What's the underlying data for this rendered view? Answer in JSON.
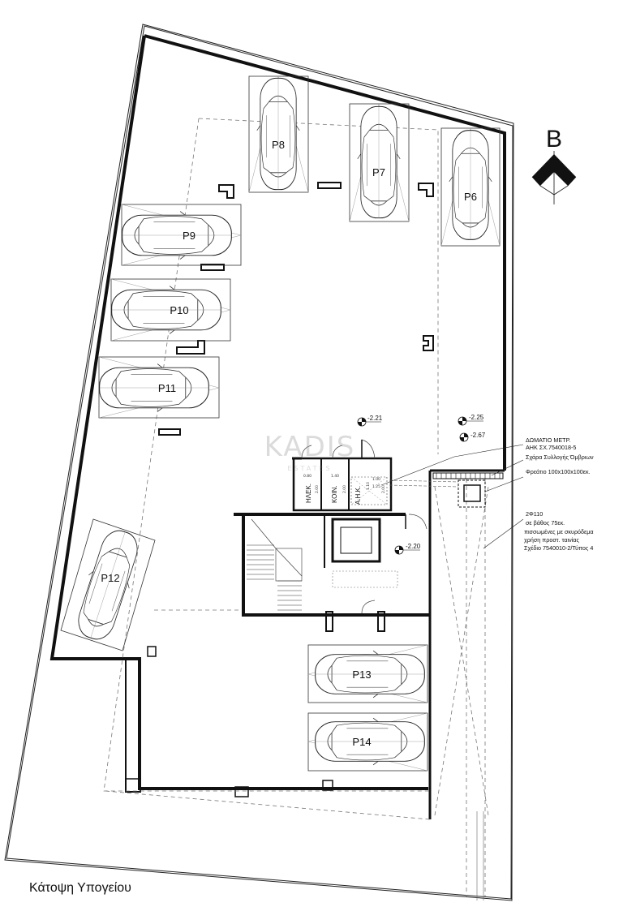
{
  "title": "Κάτοψη Υπογείου",
  "north": {
    "letter": "B"
  },
  "watermark": {
    "main": "KADIS",
    "sub": "ESTATES"
  },
  "parking": [
    "P6",
    "P7",
    "P8",
    "P9",
    "P10",
    "P11",
    "P12",
    "P13",
    "P14"
  ],
  "rooms": {
    "electric": "ΗΛΕΚ.",
    "common": "ΚΟΙΝ.",
    "ahk": "Α.Η.Κ."
  },
  "room_dims": [
    "0.80",
    "1.40",
    "2.00",
    "2.00",
    "1.10",
    "1.00",
    "2.00",
    "1.25"
  ],
  "levels": {
    "l1": "-2.21",
    "l2": "-2.25",
    "l3": "-2.67",
    "l4": "-2.20"
  },
  "notes": {
    "meter_room_1": "ΔΩΜΑΤΙΟ ΜΕΤΡ.",
    "meter_room_2": "ΑΗΚ ΣΧ.7540018-5",
    "grate": "Σχάρα Συλλογής Όμβριων",
    "manhole": "Φρεάτιο 100x100x100εκ.",
    "pipe_1": "2Φ110",
    "pipe_2": "σε βάθος 75εκ.",
    "pipe_3": "πισσωμένες με σκυρόδεμα",
    "pipe_4": "χρήση προστ. ταινίας",
    "pipe_5": "Σχέδιο 7540010-2/Τύπος 4"
  }
}
